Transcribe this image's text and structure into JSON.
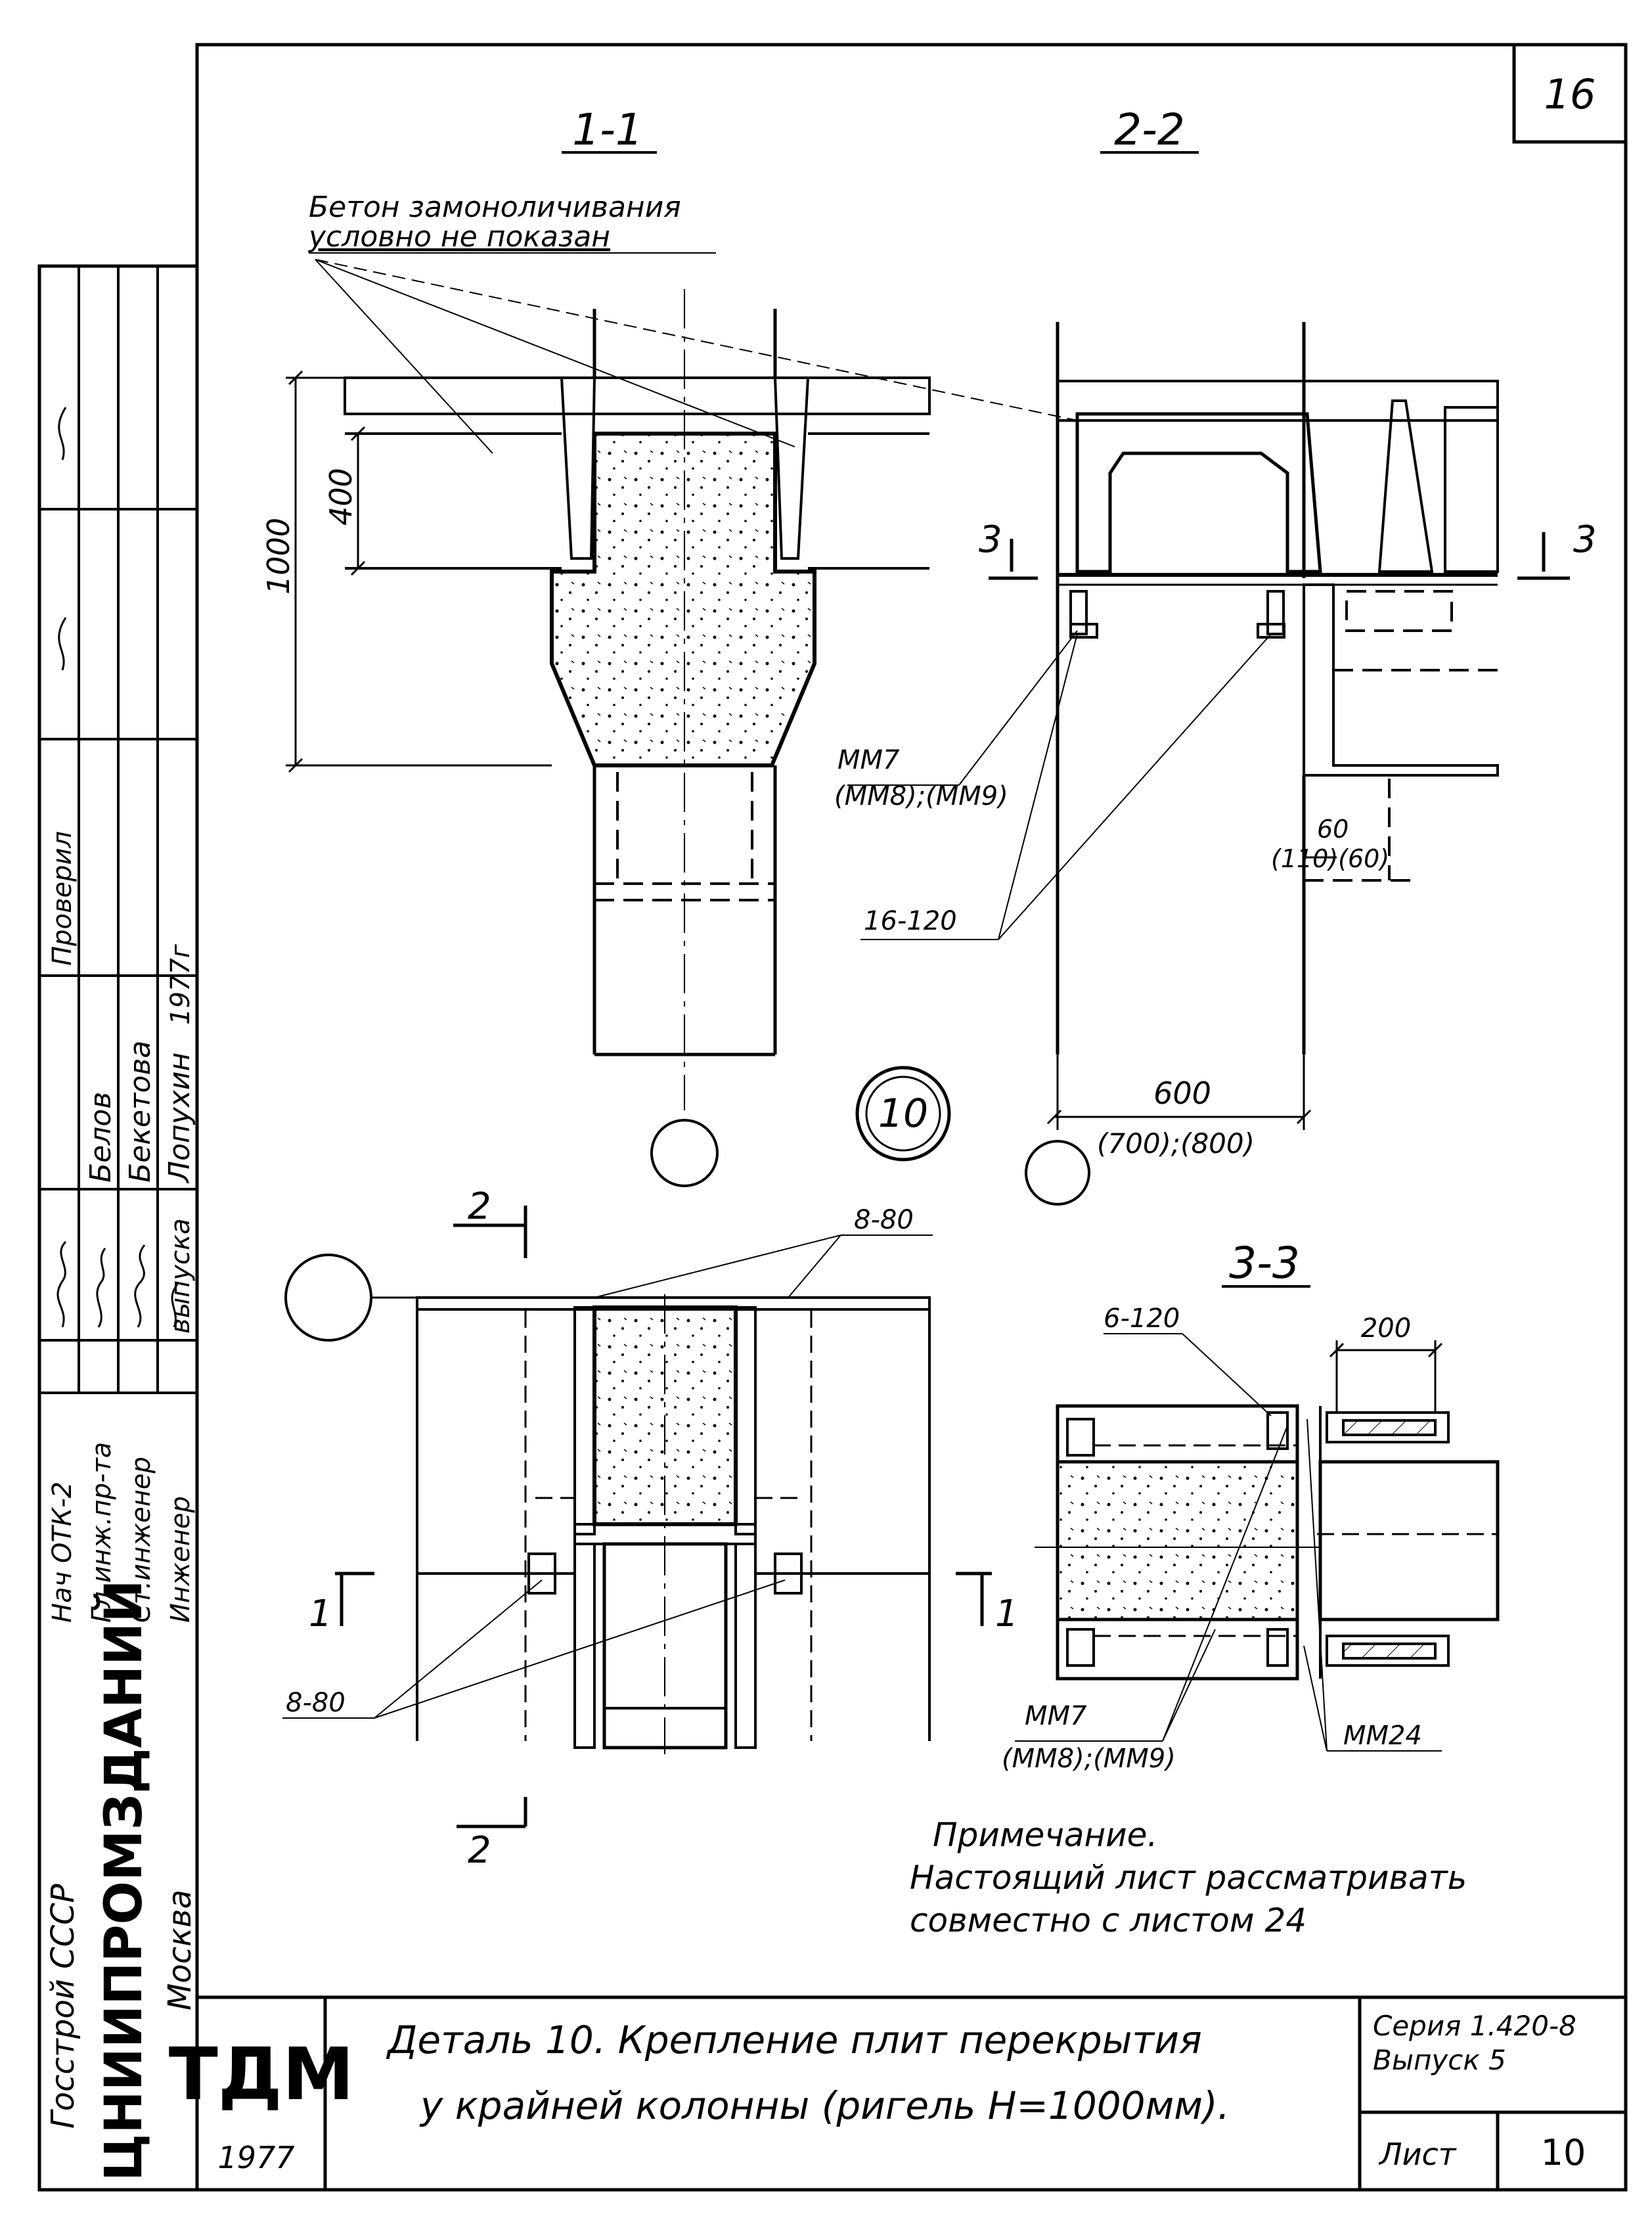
{
  "sheet": {
    "page_number": "16",
    "ref_circle": "10",
    "stamp_logo": "ТДМ",
    "stamp_year": "1977",
    "title_line1": "Деталь 10. Крепление плит перекрытия",
    "title_line2": "у крайней колонны (ригель H=1000мм).",
    "series_line1": "Серия 1.420-8",
    "series_line2": "Выпуск 5",
    "list_label": "Лист",
    "list_number": "10"
  },
  "sections": {
    "s11": "1-1",
    "s22": "2-2",
    "s33": "3-3",
    "cut_2_top": "2",
    "cut_2_bottom": "2",
    "cut_1_left": "1",
    "cut_1_right": "1",
    "cut_3_left": "3",
    "cut_3_right": "3"
  },
  "notes": {
    "concrete_line1": "Бетон замоноличивания",
    "concrete_line2": "условно не показан",
    "remark_title": "Примечание.",
    "remark_line1": "Настоящий лист рассматривать",
    "remark_line2": "совместно с листом 24"
  },
  "dims": {
    "d1000": "1000",
    "d400": "400",
    "d600": "600",
    "d700_800": "(700);(800)",
    "d60": "60",
    "d110_60": "(110)(60)",
    "d200": "200",
    "d8_80_top": "8-80",
    "d8_80_left": "8-80",
    "d16_120": "16-120",
    "d6_120": "6-120",
    "mm7_a": "ММ7",
    "mm8_9_a": "(ММ8);(ММ9)",
    "mm7_b": "ММ7",
    "mm8_9_b": "(ММ8);(ММ9)",
    "mm24": "ММ24"
  },
  "left_block": {
    "org_line1": "Госстрой СССР",
    "org_line2": "ЦНИИПРОМЗДАНИЙ",
    "org_line3": "Москва",
    "roles": [
      "Нач ОТК-2",
      "Гл.инж.пр-та",
      "Ст.инженер",
      "Инженер",
      "Проверил"
    ],
    "names": [
      "Белов",
      "Бекетова",
      "Лопухин",
      "1977г"
    ],
    "sign_labels": [
      "выпуска"
    ]
  }
}
